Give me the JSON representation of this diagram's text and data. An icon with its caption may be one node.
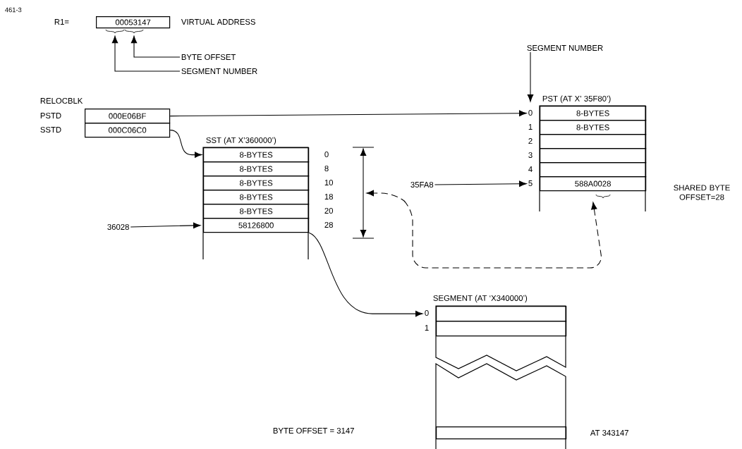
{
  "diagram": {
    "nodes": [
      {
        "text": [
          "00053147"
        ],
        "beside": [
          "R1=",
          "VIRTUAL ADDRESS"
        ]
      },
      {
        "text": [
          "BYTE OFFSET"
        ]
      },
      {
        "text": [
          "SEGMENT NUMBER"
        ]
      },
      {
        "text": [
          "000E06BF"
        ],
        "beside": [
          "PSTD"
        ]
      },
      {
        "text": [
          "000C06C0"
        ],
        "beside": [
          "SSTD"
        ]
      },
      {
        "text": [
          "SST (AT X’360000’)"
        ]
      },
      {
        "text": [
          "8-BYTES"
        ],
        "in": 5,
        "beside": [
          "0"
        ]
      },
      {
        "text": [
          "8-BYTES"
        ],
        "in": 5,
        "beside": [
          "8"
        ]
      },
      {
        "text": [
          "8-BYTES"
        ],
        "in": 5,
        "beside": [
          "10"
        ]
      },
      {
        "text": [
          "8-BYTES"
        ],
        "in": 5,
        "beside": [
          "18"
        ]
      },
      {
        "text": [
          "8-BYTES"
        ],
        "in": 5,
        "beside": [
          "20"
        ]
      },
      {
        "text": [
          "58126800"
        ],
        "in": 5,
        "beside": [
          "28"
        ]
      },
      {
        "text": [
          "36028"
        ]
      },
      {
        "text": [
          "PST (AT X’ 35F80’)"
        ]
      },
      {
        "text": [
          "8-BYTES"
        ],
        "in": 13,
        "beside": [
          "0"
        ]
      },
      {
        "text": [
          "8-BYTES"
        ],
        "in": 13,
        "beside": [
          "1"
        ]
      },
      {
        "text": [],
        "shape": "box",
        "in": 13,
        "beside": [
          "2"
        ]
      },
      {
        "text": [],
        "shape": "box",
        "in": 13,
        "beside": [
          "3"
        ]
      },
      {
        "text": [],
        "shape": "box",
        "in": 13,
        "beside": [
          "4"
        ]
      },
      {
        "text": [
          "588A0028"
        ],
        "in": 13,
        "beside": [
          "5"
        ]
      },
      {
        "text": [
          "SEGMENT NUMBER"
        ]
      },
      {
        "text": [
          "35FA8"
        ]
      },
      {
        "text": [
          "SEGMENT (AT ‘X340000’)"
        ]
      },
      {
        "text": [],
        "shape": "box",
        "in": 22,
        "beside": [
          "0"
        ]
      },
      {
        "text": [],
        "shape": "box",
        "in": 22,
        "beside": [
          "1"
        ]
      },
      {
        "text": [],
        "shape": "box",
        "in": 22,
        "beside": [
          "AT 343147"
        ]
      }
    ],
    "edges": [
      {
        "from": 1,
        "to": 0,
        "arrow": "to"
      },
      {
        "from": 2,
        "to": 0,
        "arrow": "to"
      },
      {
        "from": 3,
        "to": 14,
        "arrow": "to"
      },
      {
        "from": 4,
        "to": 6,
        "arrow": "to"
      },
      {
        "from": 12,
        "to": 11,
        "arrow": "to"
      },
      {
        "from": 20,
        "to": 14,
        "arrow": "to"
      },
      {
        "from": 21,
        "to": 19,
        "arrow": "to"
      },
      {
        "from": 11,
        "to": 23,
        "arrow": "to"
      },
      {
        "from": 19,
        "to": null,
        "arrow": "both",
        "style": "dashed"
      }
    ],
    "labels": [
      "461-3",
      "RELOCBLK",
      "SHARED BYTE OFFSET=28",
      "BYTE OFFSET = 3147"
    ]
  }
}
